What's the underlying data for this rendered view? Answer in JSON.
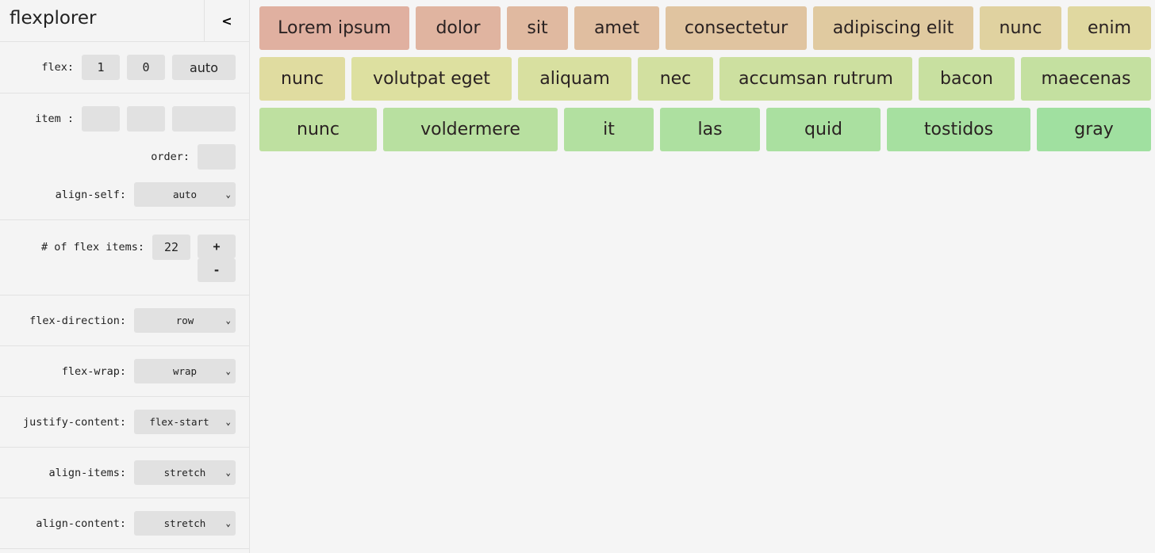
{
  "sidebar": {
    "title": "flexplorer",
    "collapse_icon": "chevron-left-icon",
    "collapse_label": "<",
    "flex": {
      "label": "flex:",
      "grow": "1",
      "shrink": "0",
      "basis": "auto"
    },
    "item": {
      "label": "item :",
      "grow": "",
      "shrink": "",
      "basis": "",
      "order_label": "order:",
      "order": "",
      "align_self_label": "align-self:",
      "align_self": "auto"
    },
    "count": {
      "label": "# of flex items:",
      "value": "22",
      "plus": "+",
      "minus": "-"
    },
    "flex_direction": {
      "label": "flex-direction:",
      "value": "row"
    },
    "flex_wrap": {
      "label": "flex-wrap:",
      "value": "wrap"
    },
    "justify_content": {
      "label": "justify-content:",
      "value": "flex-start"
    },
    "align_items": {
      "label": "align-items:",
      "value": "stretch"
    },
    "align_content": {
      "label": "align-content:",
      "value": "stretch"
    }
  },
  "items": [
    {
      "label": "Lorem ipsum",
      "color": "#e0b0a0"
    },
    {
      "label": "dolor",
      "color": "#e0b4a0"
    },
    {
      "label": "sit",
      "color": "#e0b9a0"
    },
    {
      "label": "amet",
      "color": "#e0bea0"
    },
    {
      "label": "consectetur",
      "color": "#e0c4a0"
    },
    {
      "label": "adipiscing elit",
      "color": "#e0caa0"
    },
    {
      "label": "nunc",
      "color": "#e0d2a0"
    },
    {
      "label": "enim",
      "color": "#e0d8a0"
    },
    {
      "label": "nunc",
      "color": "#e0dca0"
    },
    {
      "label": "volutpat eget",
      "color": "#dde0a0"
    },
    {
      "label": "aliquam",
      "color": "#d8e0a0"
    },
    {
      "label": "nec",
      "color": "#d2e0a0"
    },
    {
      "label": "accumsan rutrum",
      "color": "#cde0a0"
    },
    {
      "label": "bacon",
      "color": "#c8e0a0"
    },
    {
      "label": "maecenas",
      "color": "#c4e0a0"
    },
    {
      "label": "nunc",
      "color": "#bee0a0"
    },
    {
      "label": "voldermere",
      "color": "#b8e0a0"
    },
    {
      "label": "it",
      "color": "#b2e0a0"
    },
    {
      "label": "las",
      "color": "#ade0a0"
    },
    {
      "label": "quid",
      "color": "#aae0a0"
    },
    {
      "label": "tostidos",
      "color": "#a6e0a0"
    },
    {
      "label": "gray",
      "color": "#a0e0a0"
    }
  ]
}
